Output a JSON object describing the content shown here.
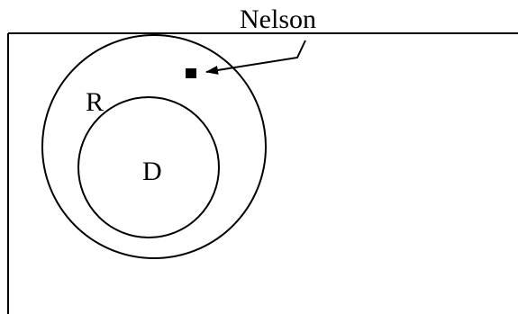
{
  "labels": {
    "outer_circle": "R",
    "inner_circle": "D",
    "point": "Nelson"
  },
  "colors": {
    "stroke": "#000000",
    "background": "#ffffff"
  }
}
